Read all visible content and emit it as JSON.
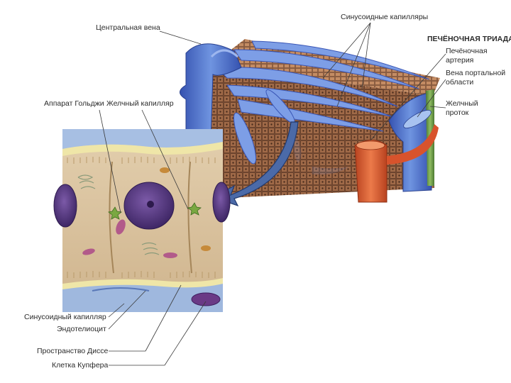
{
  "labels": {
    "central_vein": "Центральная вена",
    "sinusoid_capillaries": "Синусоидные капилляры",
    "hepatic_triad": "ПЕЧЁНОЧНАЯ ТРИАДА:",
    "hepatic_artery_1": "Печёночная",
    "hepatic_artery_2": "артерия",
    "portal_vein_1": "Вена портальной",
    "portal_vein_2": "области",
    "bile_duct_1": "Желчный",
    "bile_duct_2": "проток",
    "golgi": "Аппарат Гольджи",
    "bile_capillary": "Желчный капилляр",
    "sinusoid_capillary": "Синусоидный капилляр",
    "endotheliocyte": "Эндотелиоцит",
    "disse_space": "Пространство Диссе",
    "kupffer_cell": "Клетка Купфера"
  },
  "colors": {
    "vein_blue": "#4f6fcf",
    "vein_light": "#8fb0ea",
    "artery_red": "#d8532c",
    "bile_green": "#6e9a4a",
    "hepatocyte_brown": "#8a5a3e",
    "cell_tan": "#d6bf9a",
    "nucleus_purple": "#5a3c86"
  }
}
